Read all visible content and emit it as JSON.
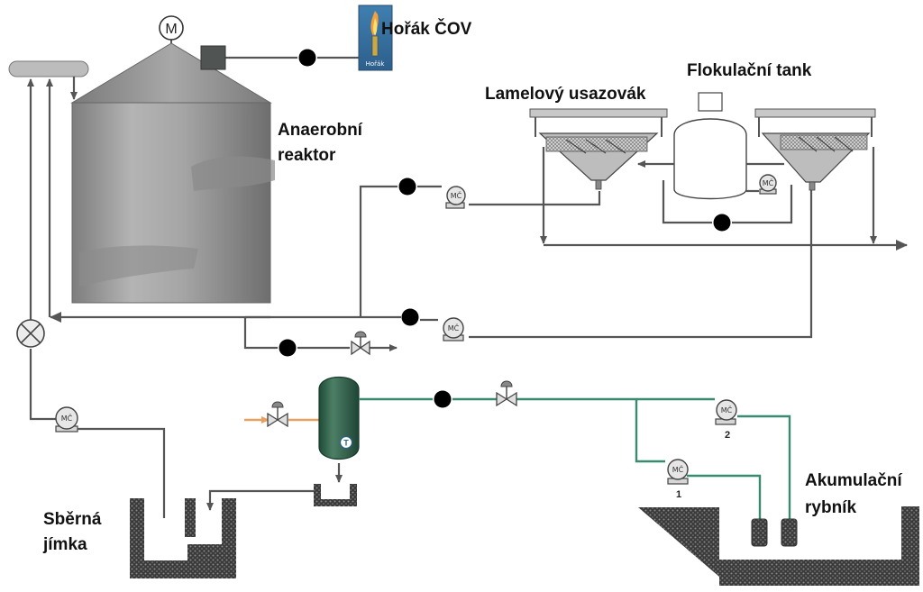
{
  "labels": {
    "burner": "Hořák ČOV",
    "reactor_line1": "Anaerobní",
    "reactor_line2": "reaktor",
    "lamella": "Lamelový usazovák",
    "flocculation": "Flokulační tank",
    "sump_line1": "Sběrná",
    "sump_line2": "jímka",
    "pond_line1": "Akumulační",
    "pond_line2": "rybník",
    "motor": "M",
    "burner_small": "Hořák",
    "pump": "MČ",
    "thermometer": "T",
    "pump1": "1",
    "pump2": "2"
  },
  "colors": {
    "pipe_gray": "#555555",
    "pipe_green": "#3a8a72",
    "tank_green": "#2e5e48",
    "steel": "#9a9a9a",
    "arrow_orange": "#e8a060"
  },
  "icons": [
    "motor-icon",
    "valve-icon",
    "pump-icon",
    "control-valve-icon",
    "burner-icon",
    "thermometer-icon"
  ]
}
